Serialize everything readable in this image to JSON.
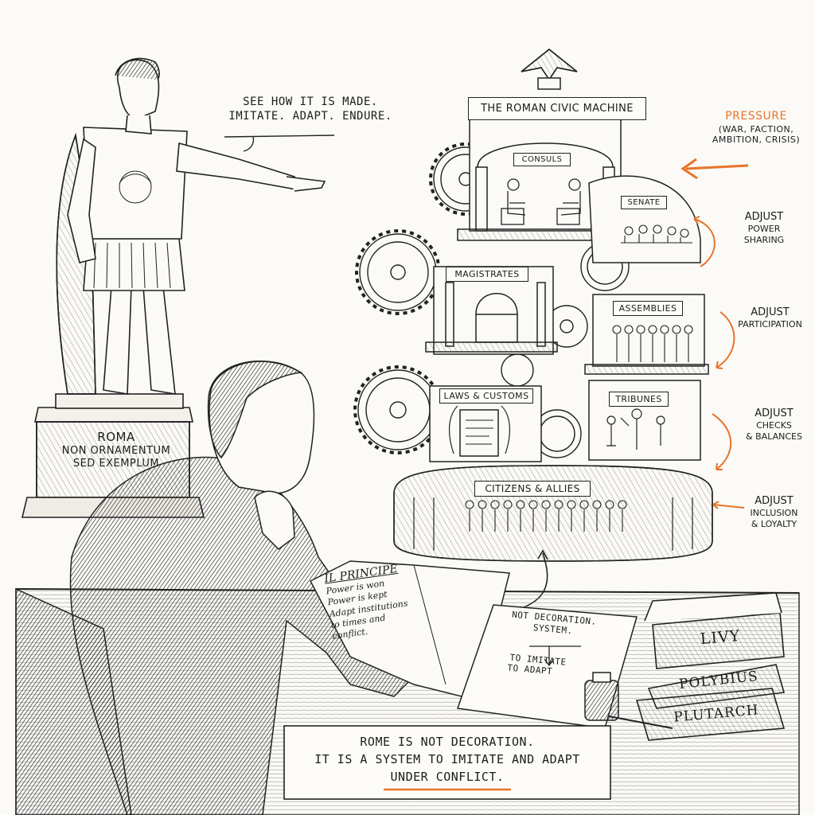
{
  "speech_bubble": {
    "line1": "SEE HOW IT IS MADE.",
    "line2": "IMITATE. ADAPT. ENDURE."
  },
  "pedestal": {
    "line1": "ROMA",
    "line2": "NON ORNAMENTUM",
    "line3": "SED EXEMPLUM"
  },
  "machine": {
    "title": "THE ROMAN CIVIC MACHINE",
    "consuls": "CONSULS",
    "senate": "SENATE",
    "magistrates": "MAGISTRATES",
    "assemblies": "ASSEMBLIES",
    "laws": "LAWS & CUSTOMS",
    "tribunes": "TRIBUNES",
    "citizens": "CITIZENS & ALLIES"
  },
  "pressure": {
    "title": "PRESSURE",
    "line1": "(WAR, FACTION,",
    "line2": "AMBITION, CRISIS)"
  },
  "adjust": [
    {
      "a": "ADJUST",
      "b": "POWER",
      "c": "SHARING"
    },
    {
      "a": "ADJUST",
      "b": "PARTICIPATION",
      "c": ""
    },
    {
      "a": "ADJUST",
      "b": "CHECKS",
      "c": "& BALANCES"
    },
    {
      "a": "ADJUST",
      "b": "INCLUSION",
      "c": "& LOYALTY"
    }
  ],
  "book": {
    "title": "IL PRINCIPE",
    "line1": "Power is won",
    "line2": "Power is kept",
    "line3": "Adapt institutions",
    "line4": "to times and",
    "line5": "conflict."
  },
  "note": {
    "line1": "NOT DECORATION.",
    "line2": "SYSTEM.",
    "line3": "TO IMITATE",
    "line4": "TO ADAPT"
  },
  "books": [
    "LIVY",
    "POLYBIUS",
    "PLUTARCH"
  ],
  "caption": {
    "line1": "ROME IS NOT DECORATION.",
    "line2": "IT IS A SYSTEM TO IMITATE AND ADAPT",
    "line3": "UNDER CONFLICT."
  },
  "colors": {
    "accent": "#e8742a",
    "ink": "#1c1c1c",
    "paper": "#fbfaf7"
  }
}
